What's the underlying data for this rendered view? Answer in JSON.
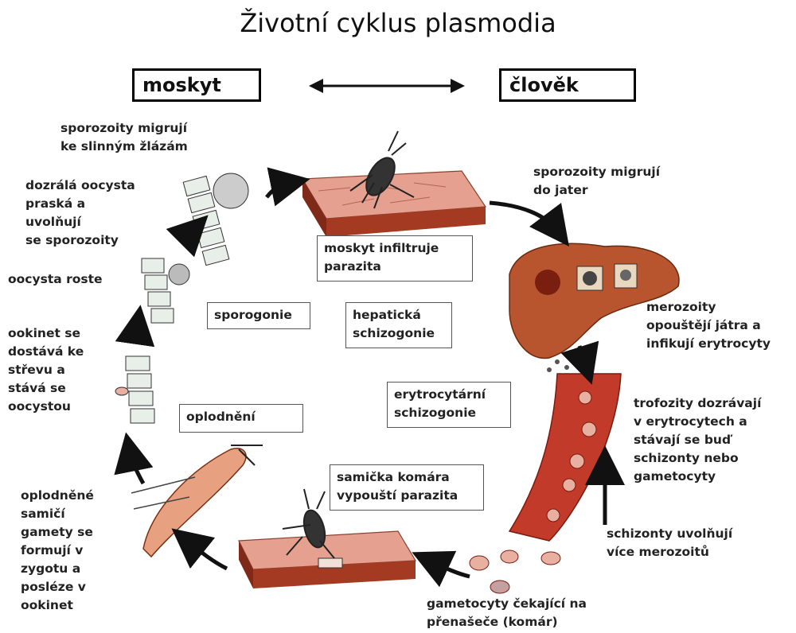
{
  "title": "Životní cyklus plasmodia",
  "hosts": {
    "left": "moskyt",
    "right": "člověk"
  },
  "labels": {
    "spor_migrate_glands": [
      "sporozoity migrují",
      "ke slinným žlázám"
    ],
    "oocyst_bursts": [
      "dozrálá oocysta",
      "praská a",
      "uvolňují",
      "se sporozoity"
    ],
    "oocyst_grows": [
      "oocysta roste"
    ],
    "ookinete": [
      "ookinet se",
      "dostává ke",
      "střevu a",
      "stává se",
      "oocystou"
    ],
    "zygote": [
      "oplodněné",
      "samičí",
      "gamety se",
      "formují v",
      "zygotu a",
      "posléze v",
      "ookinet"
    ],
    "spor_migrate_liver": [
      "sporozoity migrují",
      "do jater"
    ],
    "merozoites_leave": [
      "merozoity",
      "opouštějí játra a",
      "infikují erytrocyty"
    ],
    "trophozoites": [
      "trofozity dozrávají",
      "v erytrocytech a",
      "stávají se buď",
      "schizonty nebo",
      "gametocyty"
    ],
    "schizonts_release": [
      "schizonty uvolňují",
      "více merozoitů"
    ],
    "gametocytes_wait": [
      "gametocyty čekající na",
      "přenašeče (komár)"
    ]
  },
  "boxes": {
    "mosquito_infiltrates": [
      "moskyt infiltruje",
      "parazita"
    ],
    "sporogony": [
      "sporogonie"
    ],
    "hepatic": [
      "hepatická",
      "schizogonie"
    ],
    "erythrocytic": [
      "erytrocytární",
      "schizogonie"
    ],
    "fertilization": [
      "oplodnění"
    ],
    "female_releases": [
      "samička komára",
      "vypouští parazita"
    ]
  }
}
